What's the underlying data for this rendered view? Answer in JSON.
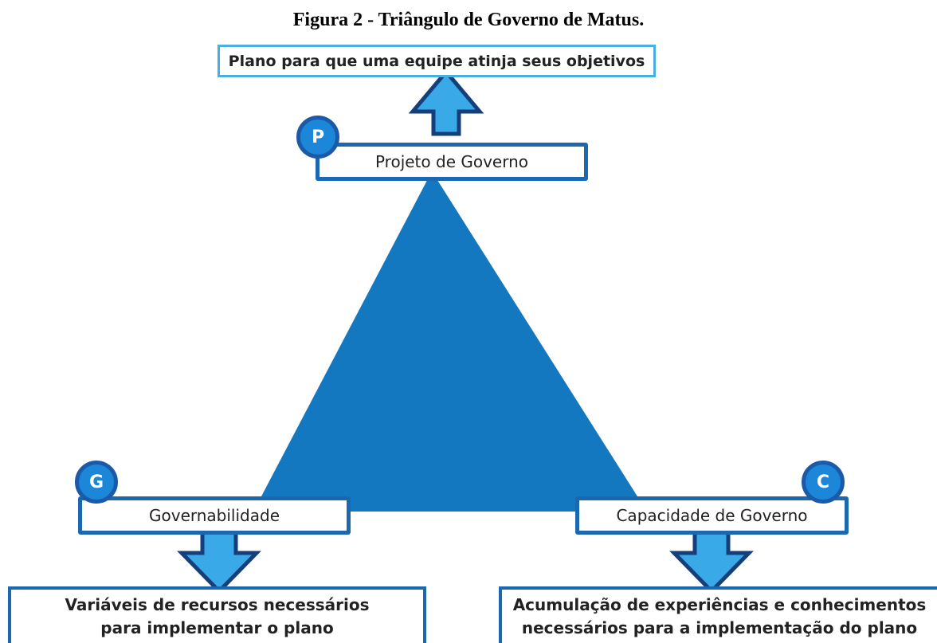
{
  "caption": "Figura 2 - Triângulo de Governo de Matus.",
  "top_box": "Plano para que uma equipe atinja seus objetivos",
  "nodes": {
    "projeto": {
      "badge": "P",
      "label": "Projeto de Governo"
    },
    "governabilidade": {
      "badge": "G",
      "label": "Governabilidade"
    },
    "capacidade": {
      "badge": "C",
      "label": "Capacidade de Governo"
    }
  },
  "outcomes": {
    "left_line1": "Variáveis de recursos necessários",
    "left_line2": "para implementar o plano",
    "right_line1": "Acumulação de experiências e conhecimentos",
    "right_line2": "necessários para a implementação do plano"
  },
  "colors": {
    "triangle": "#1478c0",
    "arrow_fill": "#3aa9e8",
    "arrow_stroke": "#153f7a",
    "box_border": "#1b68b0",
    "top_box_border": "#4aaee0"
  }
}
